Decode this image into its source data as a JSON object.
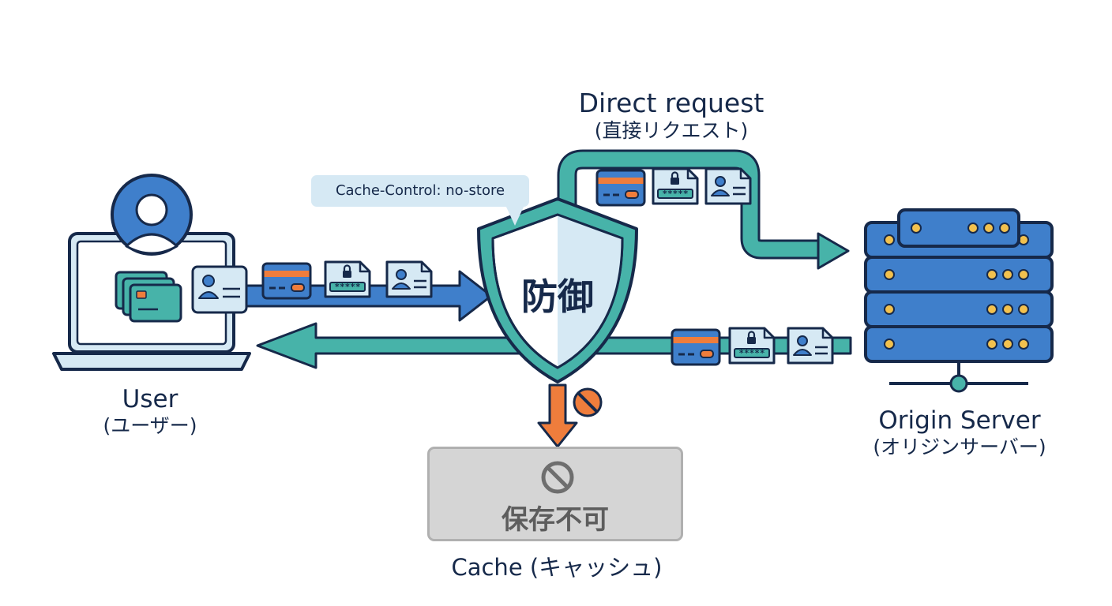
{
  "user": {
    "label": "User",
    "sublabel": "(ユーザー)"
  },
  "origin": {
    "label": "Origin Server",
    "sublabel": "(オリジンサーバー)"
  },
  "direct": {
    "label": "Direct request",
    "sublabel": "(直接リクエスト)"
  },
  "cache": {
    "label": "Cache (キャッシュ)",
    "status": "保存不可"
  },
  "shield": {
    "label": "防御"
  },
  "header_tag": {
    "text": "Cache-Control: no-store"
  },
  "password_mask": "*****",
  "colors": {
    "navy": "#16294a",
    "blue": "#3f7fcb",
    "teal": "#47b3a9",
    "orange": "#ef7d3c",
    "light_blue": "#d6e9f4",
    "gray": "#d5d5d5"
  },
  "icons": [
    "user-avatar-icon",
    "laptop-icon",
    "credit-card-icon",
    "lock-password-icon",
    "id-card-icon",
    "shield-icon",
    "server-stack-icon",
    "no-entry-icon"
  ]
}
